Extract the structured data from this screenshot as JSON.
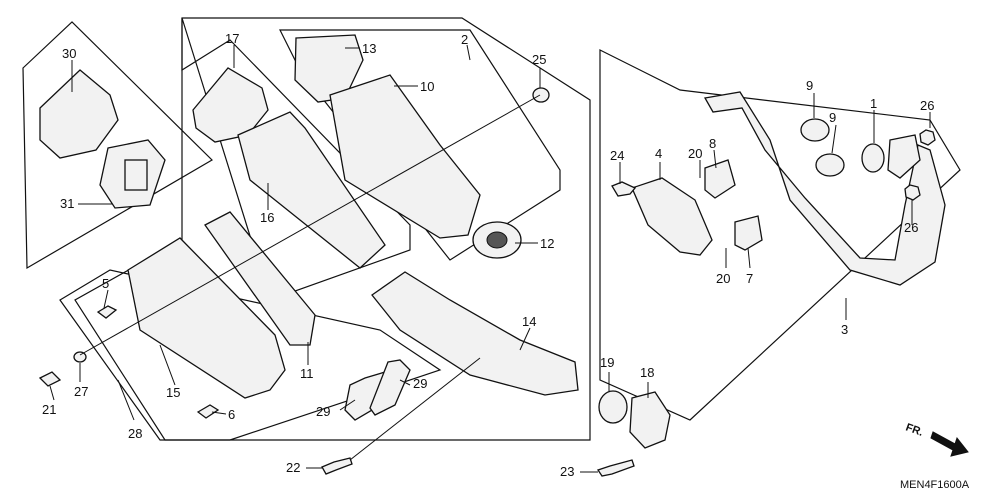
{
  "labels": {
    "p1": "1",
    "p2": "2",
    "p3": "3",
    "p4": "4",
    "p5": "5",
    "p6": "6",
    "p7": "7",
    "p8": "8",
    "p9a": "9",
    "p9b": "9",
    "p10": "10",
    "p11": "11",
    "p12": "12",
    "p13": "13",
    "p14": "14",
    "p15": "15",
    "p16": "16",
    "p17": "17",
    "p18": "18",
    "p19": "19",
    "p20a": "20",
    "p20b": "20",
    "p21": "21",
    "p22": "22",
    "p23": "23",
    "p24": "24",
    "p25": "25",
    "p26a": "26",
    "p26b": "26",
    "p27": "27",
    "p28": "28",
    "p29a": "29",
    "p29b": "29",
    "p30": "30",
    "p31": "31"
  },
  "direction_label": "FR.",
  "diagram_code": "MEN4F1600A"
}
